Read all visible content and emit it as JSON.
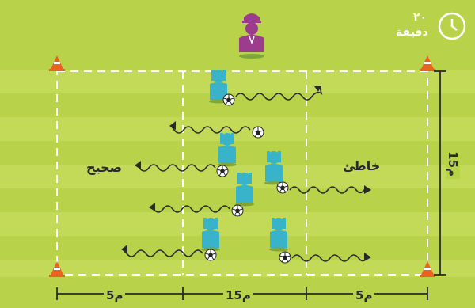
{
  "timer": {
    "number": "٢٠",
    "unit": "دقيقة"
  },
  "labels": {
    "right": "خاطئ",
    "left": "صحيح"
  },
  "dimensions": {
    "left": "5م",
    "center": "15م",
    "right": "5م",
    "side": "15م"
  },
  "colors": {
    "grass": "#b8d34a",
    "stripe": "#c2da57",
    "player": "#38b3c9",
    "coach": "#9c3c8c",
    "cone": "#e8631f",
    "arrow": "#2a2a2a"
  },
  "icons": [
    "clock-icon",
    "coach-icon",
    "player-icon",
    "ball-icon",
    "cone-icon"
  ]
}
